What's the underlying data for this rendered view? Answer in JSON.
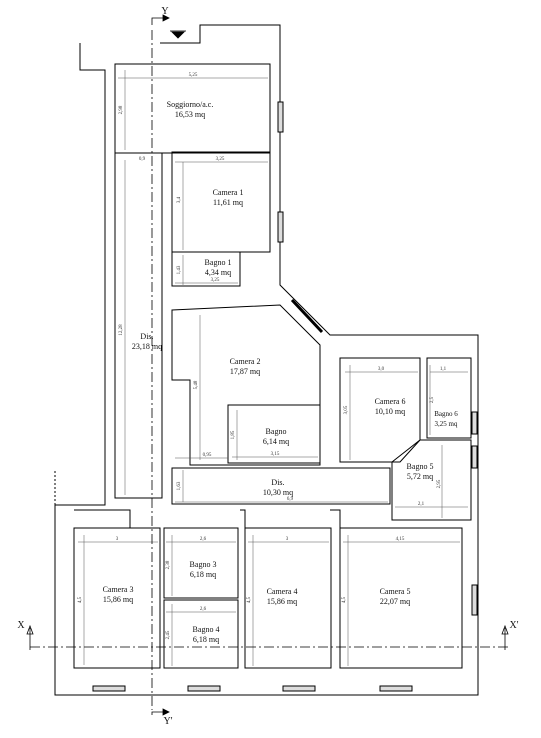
{
  "axes": {
    "y_top": "Y",
    "y_bottom": "Y'",
    "x_left": "X",
    "x_right": "X'"
  },
  "rooms": [
    {
      "name": "Soggiorno/a.c.",
      "area": "16,53 mq"
    },
    {
      "name": "Camera 1",
      "area": "11,61 mq"
    },
    {
      "name": "Bagno 1",
      "area": "4,34 mq"
    },
    {
      "name": "Dis.",
      "area": "23,18 mq"
    },
    {
      "name": "Camera 2",
      "area": "17,87 mq"
    },
    {
      "name": "Bagno",
      "area": "6,14 mq"
    },
    {
      "name": "Camera 6",
      "area": "10,10 mq"
    },
    {
      "name": "Bagno 6",
      "area": "3,25 mq"
    },
    {
      "name": "Bagno 5",
      "area": "5,72 mq"
    },
    {
      "name": "Dis.",
      "area": "10,30 mq"
    },
    {
      "name": "Camera 3",
      "area": "15,86 mq"
    },
    {
      "name": "Bagno 3",
      "area": "6,18 mq"
    },
    {
      "name": "Bagno 4",
      "area": "6,18 mq"
    },
    {
      "name": "Camera 4",
      "area": "15,86 mq"
    },
    {
      "name": "Camera 5",
      "area": "22,07 mq"
    }
  ],
  "dimensions": {
    "soggiorno_w": "5,25",
    "soggiorno_h": "2,98",
    "camera1_w": "3,25",
    "camera1_h": "3,4",
    "corr_w": "0,9",
    "bagno1_h": "1,43",
    "bagno1_w": "3,25",
    "dis_h": "12,28",
    "camera2_h": "5,48",
    "bagno_h": "1,85",
    "bagno_w": "3,15",
    "dis2_a": "0,95",
    "dis2_h": "1,63",
    "dis2_w": "6,9",
    "camera6_w": "3,0",
    "camera6_h": "3,05",
    "bagno6_w": "1,1",
    "bagno6_h": "2,5",
    "bagno5_h": "2,95",
    "bagno5_w": "2,1",
    "camera3_w": "3",
    "camera3_h": "4,5",
    "bagno3_w": "2,6",
    "bagno3_h": "2,38",
    "bagno4_w": "2,6",
    "bagno4_h": "2,45",
    "camera4_w": "3",
    "camera4_h": "4,5",
    "camera5_w": "4,15",
    "camera5_h": "4,5"
  }
}
